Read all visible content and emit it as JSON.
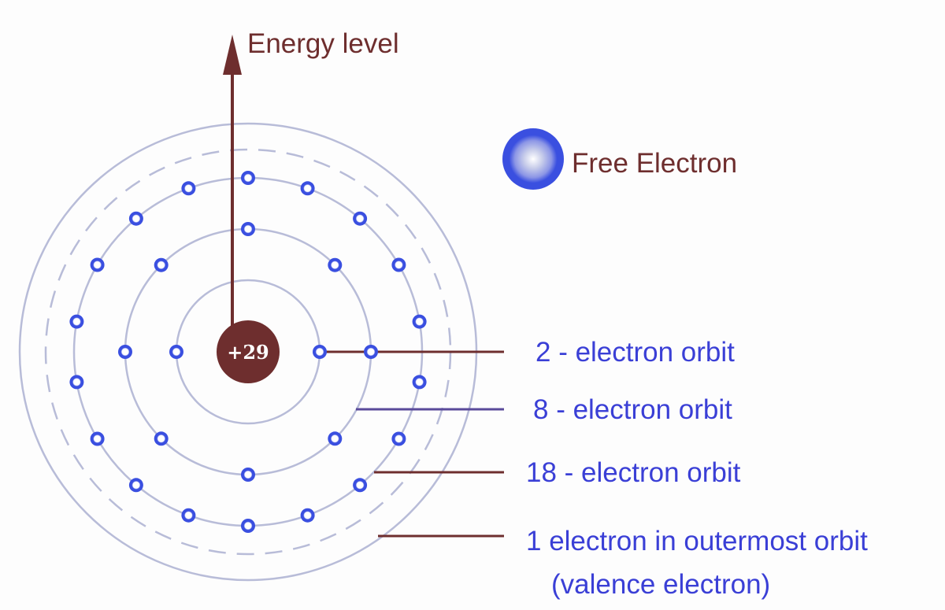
{
  "energy_label": "Energy level",
  "nucleus_charge": "+29",
  "free_electron_label": "Free Electron",
  "orbit_labels": [
    "2 - electron orbit",
    "8 - electron orbit",
    "18 - electron orbit",
    "1 electron in outermost orbit",
    "(valence electron)"
  ],
  "orbits": [
    {
      "electrons": 2,
      "style": "solid"
    },
    {
      "electrons": 8,
      "style": "solid"
    },
    {
      "electrons": 18,
      "style": "solid"
    },
    {
      "electrons": 0,
      "style": "dashed"
    },
    {
      "electrons": 0,
      "style": "solid"
    }
  ],
  "colors": {
    "nucleus": "#6e2e2e",
    "electron": "#3a4fe0",
    "orbit": "#b8bcd8",
    "arrow": "#6e2e2e",
    "label_text": "#3a3fd6"
  }
}
